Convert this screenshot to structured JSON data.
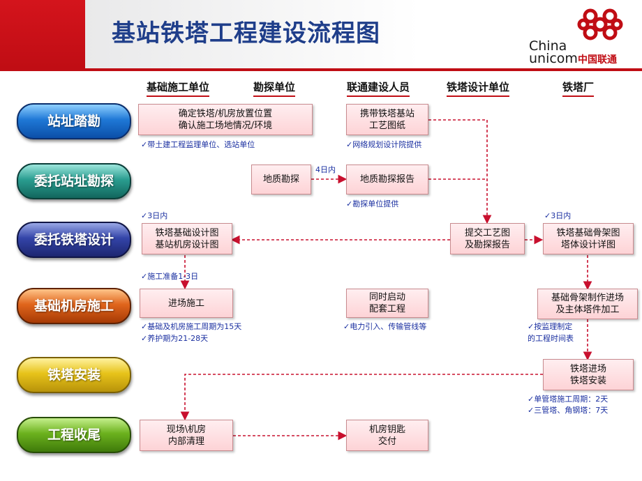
{
  "header": {
    "title": "基站铁塔工程建设流程图",
    "logo": {
      "en_line1": "China",
      "en_line2": "unicom",
      "cn": "中国联通"
    }
  },
  "columns": [
    "基础施工单位",
    "勘探单位",
    "联通建设人员",
    "铁塔设计单位",
    "铁塔厂"
  ],
  "stages": [
    "站址踏勘",
    "委托站址勘探",
    "委托铁塔设计",
    "基础机房施工",
    "铁塔安装",
    "工程收尾"
  ],
  "boxes": {
    "confirm_site": [
      "确定铁塔/机房放置位置",
      "确认施工场地情况/环境"
    ],
    "carry_drawing": [
      "携带铁塔基站",
      "工艺图纸"
    ],
    "geo_survey": [
      "地质勘探"
    ],
    "geo_report": [
      "地质勘探报告"
    ],
    "foundation_design": [
      "铁塔基础设计图",
      "基站机房设计图"
    ],
    "submit_drawing": [
      "提交工艺图",
      "及勘探报告"
    ],
    "skeleton_design": [
      "铁塔基础骨架图",
      "塔体设计详图"
    ],
    "enter_construction": [
      "进场施工"
    ],
    "start_support": [
      "同时启动",
      "配套工程"
    ],
    "skeleton_make": [
      "基础骨架制作进场",
      "及主体塔件加工"
    ],
    "tower_install": [
      "铁塔进场",
      "铁塔安装"
    ],
    "site_clean": [
      "现场\\机房",
      "内部清理"
    ],
    "key_handover": [
      "机房钥匙",
      "交付"
    ]
  },
  "notes": {
    "n1": "✓带土建工程监理单位、选站单位",
    "n2": "✓网络规划设计院提供",
    "n3": "4日内",
    "n4": "✓勘探单位提供",
    "n5": "✓3日内",
    "n6": "✓3日内",
    "n7": "✓施工准备1-3日",
    "n8a": "✓基础及机房施工周期为15天",
    "n8b": "✓养护期为21-28天",
    "n9": "✓电力引入、传输管线等",
    "n10a": "✓按监理制定",
    "n10b": "的工程时间表",
    "n11a": "✓单管塔施工周期：2天",
    "n11b": "✓三管塔、角钢塔：7天"
  },
  "colors": {
    "brand_red": "#c00d14",
    "title_blue": "#1f3e8a",
    "arrow_red": "#c8102e",
    "note_blue": "#1a2fa0"
  }
}
